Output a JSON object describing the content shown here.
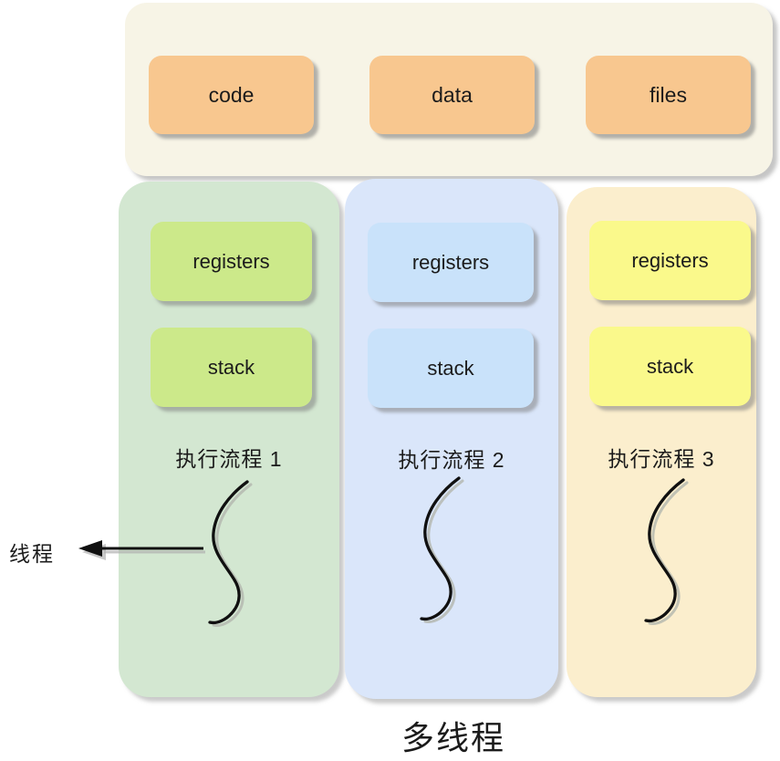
{
  "diagram": {
    "caption": "多线程",
    "process_panel": {
      "resources": [
        {
          "label": "code"
        },
        {
          "label": "data"
        },
        {
          "label": "files"
        }
      ]
    },
    "threads": [
      {
        "label": "执行流程 1",
        "boxes": [
          "registers",
          "stack"
        ]
      },
      {
        "label": "执行流程 2",
        "boxes": [
          "registers",
          "stack"
        ]
      },
      {
        "label": "执行流程 3",
        "boxes": [
          "registers",
          "stack"
        ]
      }
    ],
    "thread_annotation": "线程",
    "colors": {
      "process_panel_bg": "#F7F4E6",
      "resource_box_bg": "#F8C78F",
      "thread1_bg": "#D3E7D1",
      "thread1_box_bg": "#CCE98A",
      "thread2_bg": "#DAE6FA",
      "thread2_box_bg": "#C9E2FA",
      "thread3_bg": "#FBEECD",
      "thread3_box_bg": "#FAF98B",
      "line_color": "#101010",
      "text_color": "#1b1b1b"
    }
  }
}
